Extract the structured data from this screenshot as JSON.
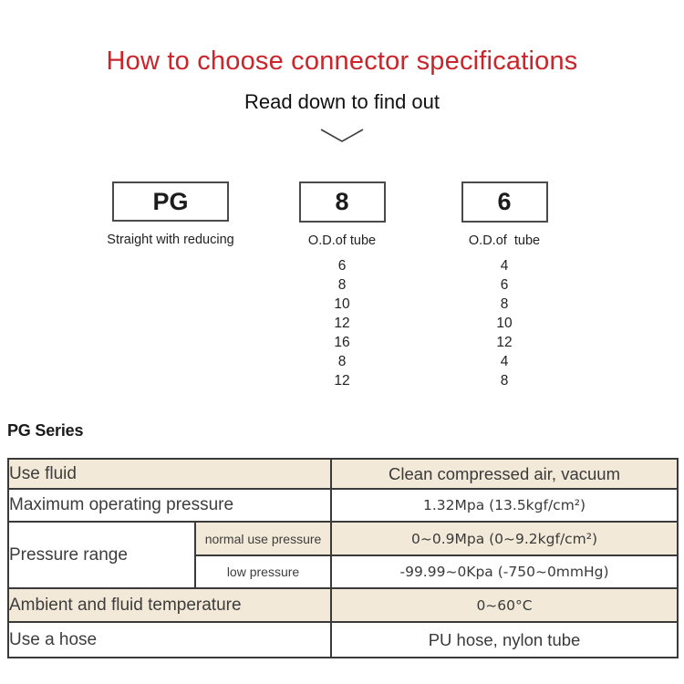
{
  "header": {
    "title": "How to choose connector specifications",
    "subtitle": "Read down to find out",
    "chevron_icon": "chevron-down-icon"
  },
  "diagram": {
    "columns": [
      {
        "code": "PG",
        "label": "Straight with reducing",
        "values": []
      },
      {
        "code": "8",
        "label": "O.D.of tube",
        "values": [
          "6",
          "8",
          "10",
          "12",
          "16",
          "8",
          "12"
        ]
      },
      {
        "code": "6",
        "label": "O.D.of  tube",
        "values": [
          "4",
          "6",
          "8",
          "10",
          "12",
          "4",
          "8"
        ]
      }
    ]
  },
  "series": {
    "title": "PG Series"
  },
  "spec_table": {
    "rows": [
      {
        "label": "Use fluid",
        "value": "Clean compressed air, vacuum"
      },
      {
        "label": "Maximum operating pressure",
        "value": "1.32Mpa (13.5kgf/cm²)"
      },
      {
        "label": "Pressure range",
        "sublabel": "normal use pressure",
        "value": "0~0.9Mpa (0~9.2kgf/cm²)"
      },
      {
        "sublabel": "low pressure",
        "value": "-99.99~0Kpa (-750~0mmHg)"
      },
      {
        "label": "Ambient and fluid temperature",
        "value": "0~60°C"
      },
      {
        "label": "Use a hose",
        "value": "PU hose, nylon tube"
      }
    ]
  },
  "colors": {
    "accent_red": "#c9252b",
    "table_row_beige": "#f3e9d8",
    "table_border": "#3a3a3a"
  }
}
